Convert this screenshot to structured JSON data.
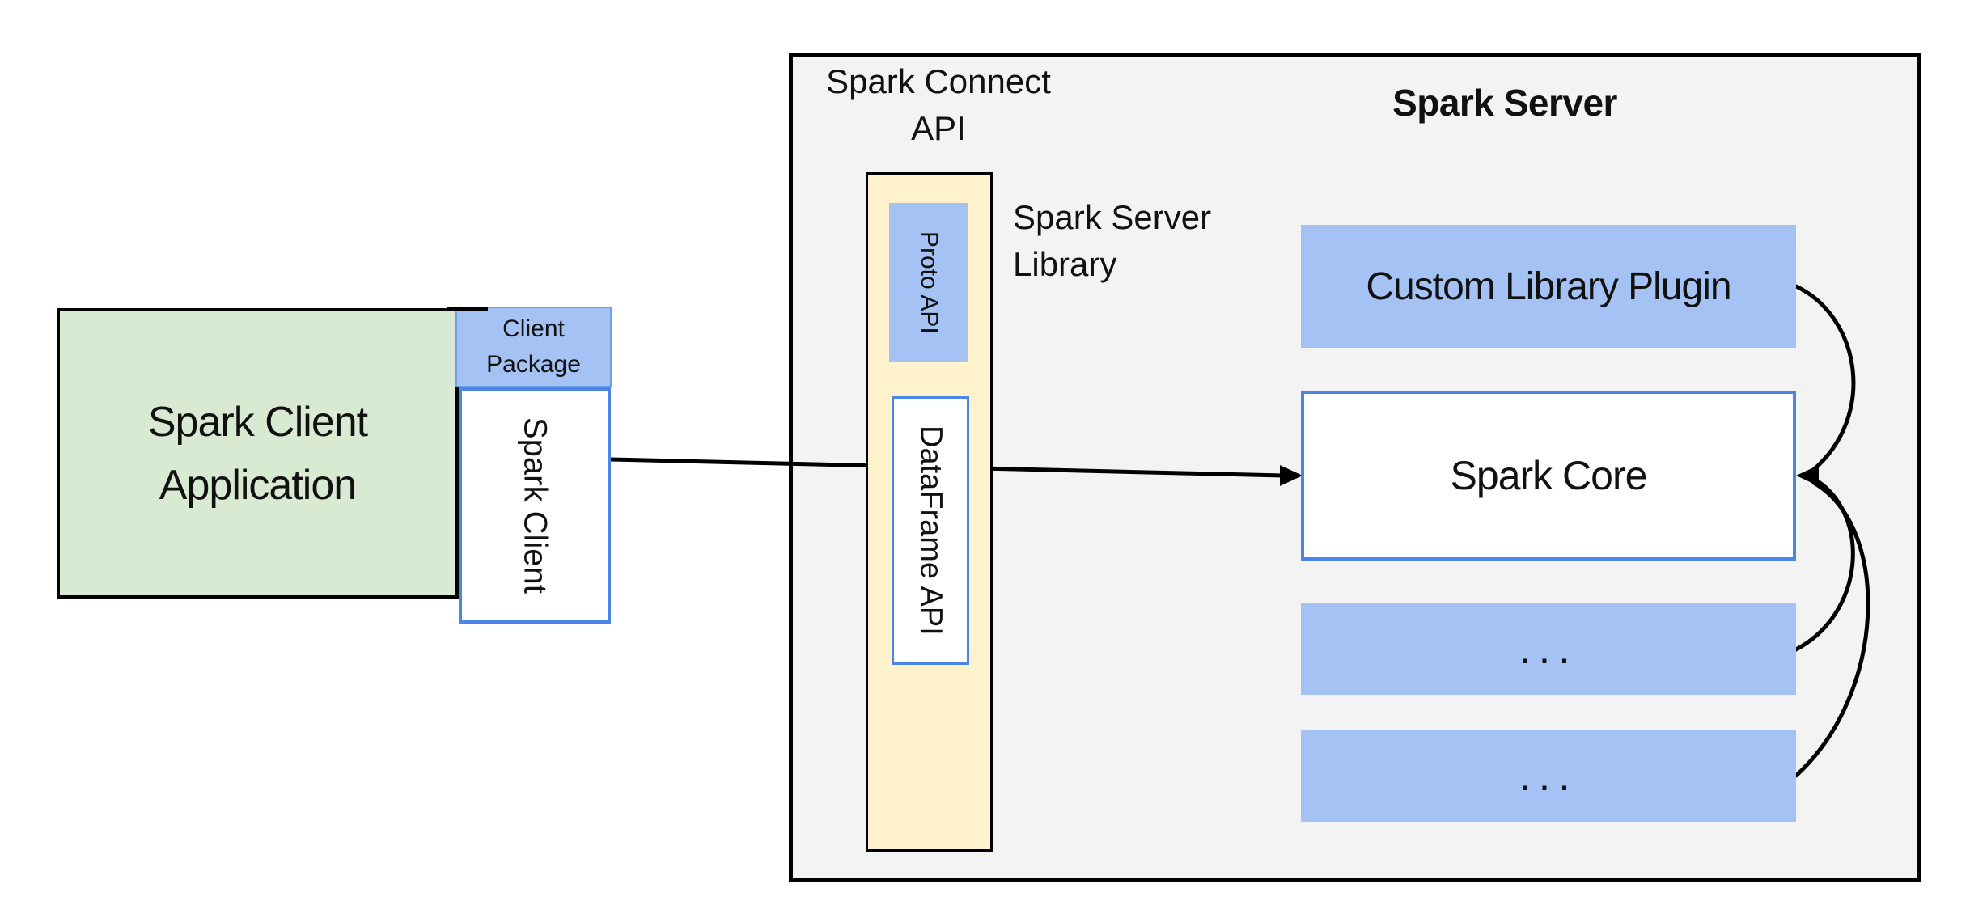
{
  "client": {
    "app_line1": "Spark Client",
    "app_line2": "Application",
    "package_line1": "Client",
    "package_line2": "Package",
    "client_label": "Spark Client"
  },
  "connect": {
    "label_line1": "Spark Connect",
    "label_line2": "API",
    "proto_label": "Proto API",
    "dataframe_label": "DataFrame API",
    "library_line1": "Spark Server",
    "library_line2": "Library"
  },
  "server": {
    "title": "Spark Server",
    "plugin_label": "Custom Library Plugin",
    "core_label": "Spark Core",
    "more_label_1": "...",
    "more_label_2": "..."
  },
  "colors": {
    "green": "#d9ead3",
    "yellow": "#fff2cc",
    "blue": "#a4c2f4",
    "blue-border": "#4a86e8",
    "pkg-border": "#6d9eeb",
    "gray": "#f3f3f3",
    "line": "#000000",
    "text": "#111111"
  }
}
